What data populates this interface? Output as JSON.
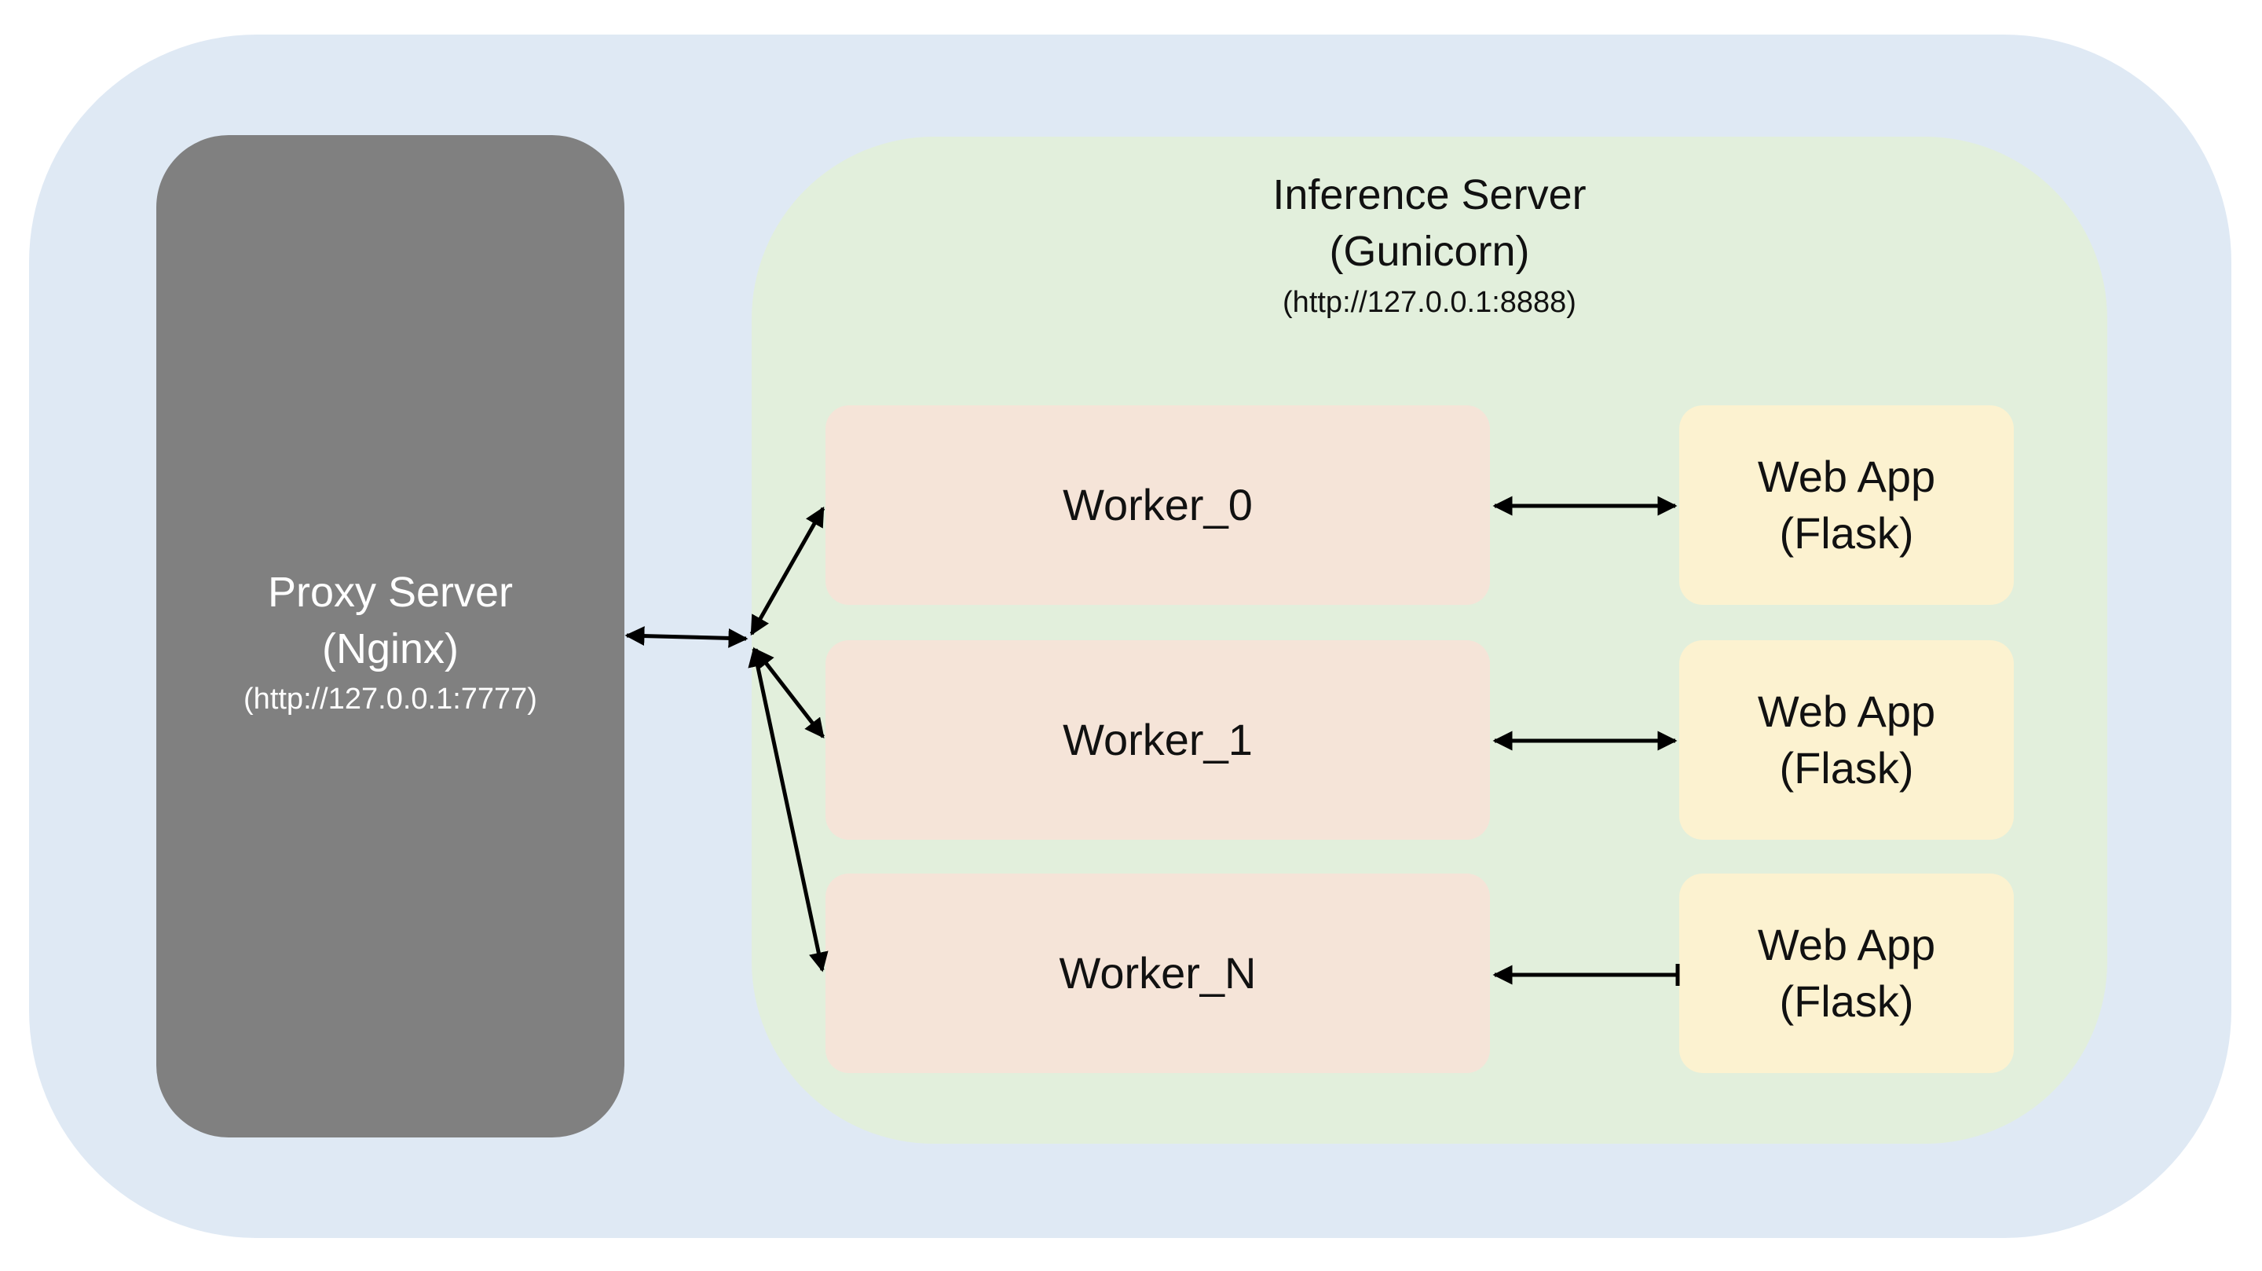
{
  "proxy": {
    "title": "Proxy Server",
    "subtitle": "(Nginx)",
    "url": "(http://127.0.0.1:7777)"
  },
  "inference": {
    "title": "Inference Server",
    "subtitle": "(Gunicorn)",
    "url": "(http://127.0.0.1:8888)"
  },
  "workers": [
    {
      "label": "Worker_0"
    },
    {
      "label": "Worker_1"
    },
    {
      "label": "Worker_N"
    }
  ],
  "webapps": [
    {
      "title": "Web App",
      "subtitle": "(Flask)"
    },
    {
      "title": "Web App",
      "subtitle": "(Flask)"
    },
    {
      "title": "Web App",
      "subtitle": "(Flask)"
    }
  ],
  "colors": {
    "outer_background": "#dfe9f4",
    "proxy_fill": "#808080",
    "inference_fill": "#e2efdc",
    "worker_fill": "#f5e4d8",
    "webapp_fill": "#fcf2d0",
    "arrow": "#000000"
  }
}
